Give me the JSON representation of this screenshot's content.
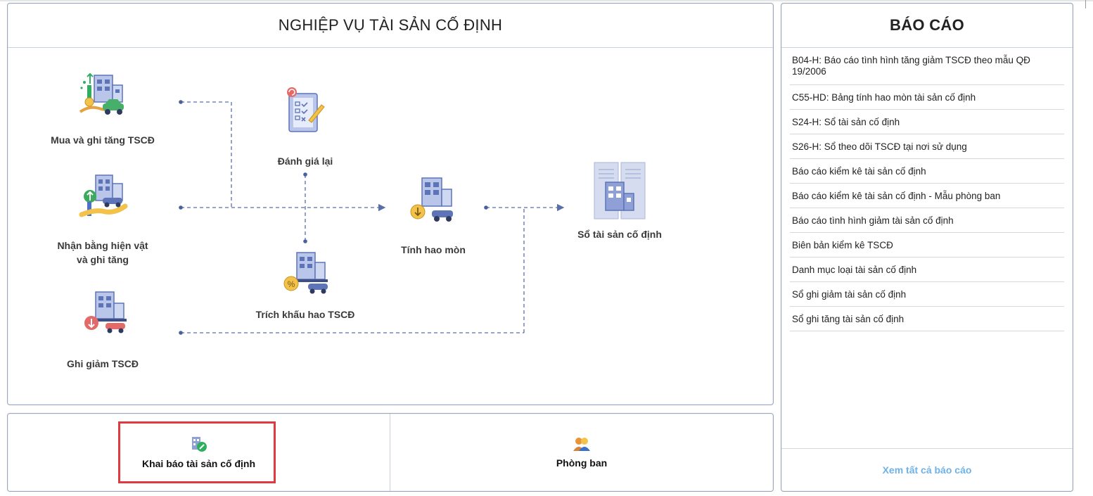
{
  "main": {
    "title": "NGHIỆP VỤ TÀI SẢN CỐ ĐỊNH",
    "nodes": {
      "mua": "Mua và ghi tăng TSCĐ",
      "nhan_line1": "Nhận bằng hiện vật",
      "nhan_line2": "và ghi tăng",
      "ghi_giam": "Ghi giảm TSCĐ",
      "danh_gia": "Đánh giá lại",
      "trich_khau": "Trích khấu hao TSCĐ",
      "tinh_hao_mon": "Tính hao mòn",
      "so_tai_san": "Sổ tài sản cố định"
    }
  },
  "bottom": {
    "khai_bao": "Khai báo tài sản cố định",
    "phong_ban": "Phòng ban"
  },
  "reports": {
    "title": "BÁO CÁO",
    "items": [
      "B04-H: Báo cáo tình hình tăng giảm TSCĐ theo mẫu QĐ 19/2006",
      "C55-HD: Bảng tính hao mòn tài sản cố định",
      "S24-H: Sổ tài sản cố định",
      "S26-H: Sổ theo dõi TSCĐ tại nơi sử dụng",
      "Báo cáo kiểm kê tài sản cố định",
      "Báo cáo kiểm kê tài sản cố định - Mẫu phòng ban",
      "Báo cáo tình hình giảm tài sản cố định",
      "Biên bản kiểm kê TSCĐ",
      "Danh mục loại tài sản cố định",
      "Sổ ghi giảm tài sản cố định",
      "Sổ ghi tăng tài sản cố định"
    ],
    "footer": "Xem tất cả báo cáo"
  },
  "colors": {
    "accent_link": "#6fb2e6",
    "highlight": "#e0393e",
    "flow_line": "#5a6fa8"
  }
}
